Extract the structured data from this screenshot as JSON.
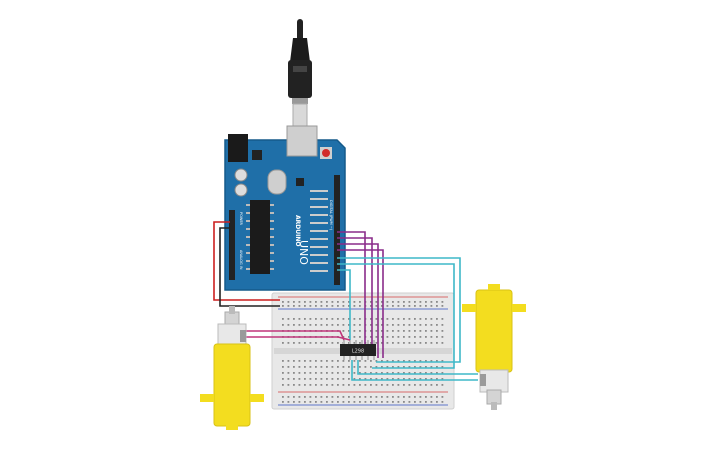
{
  "circuit": {
    "arduino": {
      "logo_text": "ARDUINO",
      "model_text": "UNO",
      "digital_label": "DIGITAL (PWM ~)",
      "power_label": "POWER",
      "analog_label": "ANALOG IN",
      "color": "#1f6fa8"
    },
    "driver_chip": {
      "label": "L298",
      "color": "#222222"
    },
    "motors": {
      "color": "#f3dd1f"
    },
    "wire_colors": {
      "power": "#cc1f1f",
      "ground": "#222222",
      "control": "#8a2c8a",
      "enable": "#3fb8c8",
      "motor": "#c0357a"
    }
  }
}
